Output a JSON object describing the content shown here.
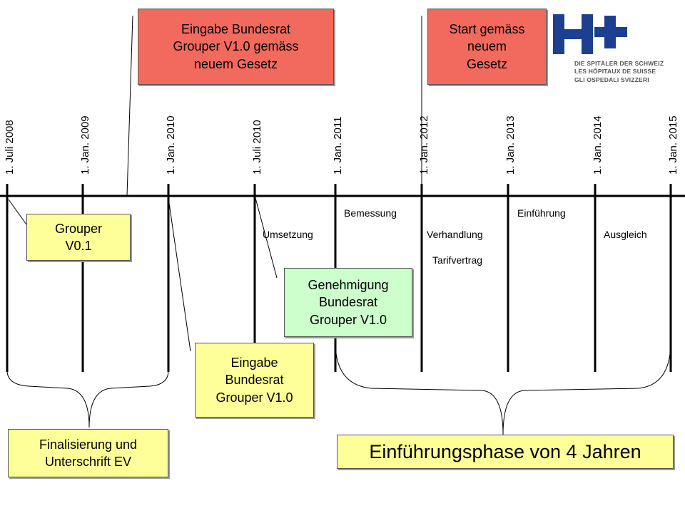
{
  "dates": [
    "1. Juli 2008",
    "1. Jan. 2009",
    "1. Jan. 2010",
    "1. Juli 2010",
    "1. Jan. 2011",
    "1. Jan. 2012",
    "1. Jan. 2013",
    "1. Jan. 2014",
    "1. Jan. 2015"
  ],
  "callouts": {
    "eingabe_neu": [
      "Eingabe Bundesrat",
      "Grouper V1.0 gemäss",
      "neuem Gesetz"
    ],
    "start_neu": [
      "Start gemäss",
      "neuem",
      "Gesetz"
    ],
    "grouper_v01": [
      "Grouper",
      "V0.1"
    ],
    "genehmigung": [
      "Genehmigung",
      "Bundesrat",
      "Grouper V1.0"
    ],
    "eingabe_v10": [
      "Eingabe",
      "Bundesrat",
      "Grouper V1.0"
    ],
    "finalisierung": [
      "Finalisierung und",
      "Unterschrift EV"
    ],
    "einfuehrungsphase": "Einführungsphase von 4 Jahren"
  },
  "phases": {
    "bemessung": "Bemessung",
    "einfuehrung": "Einführung",
    "umsetzung": "Umsetzung",
    "verhandlung": "Verhandlung",
    "tarifvertrag": "Tarifvertrag",
    "ausgleich": "Ausgleich"
  },
  "logo": {
    "lines": [
      "DIE SPITÄLER DER SCHWEIZ",
      "LES HÔPITAUX DE SUISSE",
      "GLI OSPEDALI SVIZZERI"
    ],
    "color": "#1d3f8f"
  },
  "colors": {
    "red_box": "#f26a5e",
    "yellow_box": "#ffff99",
    "green_box": "#ccffcc"
  }
}
